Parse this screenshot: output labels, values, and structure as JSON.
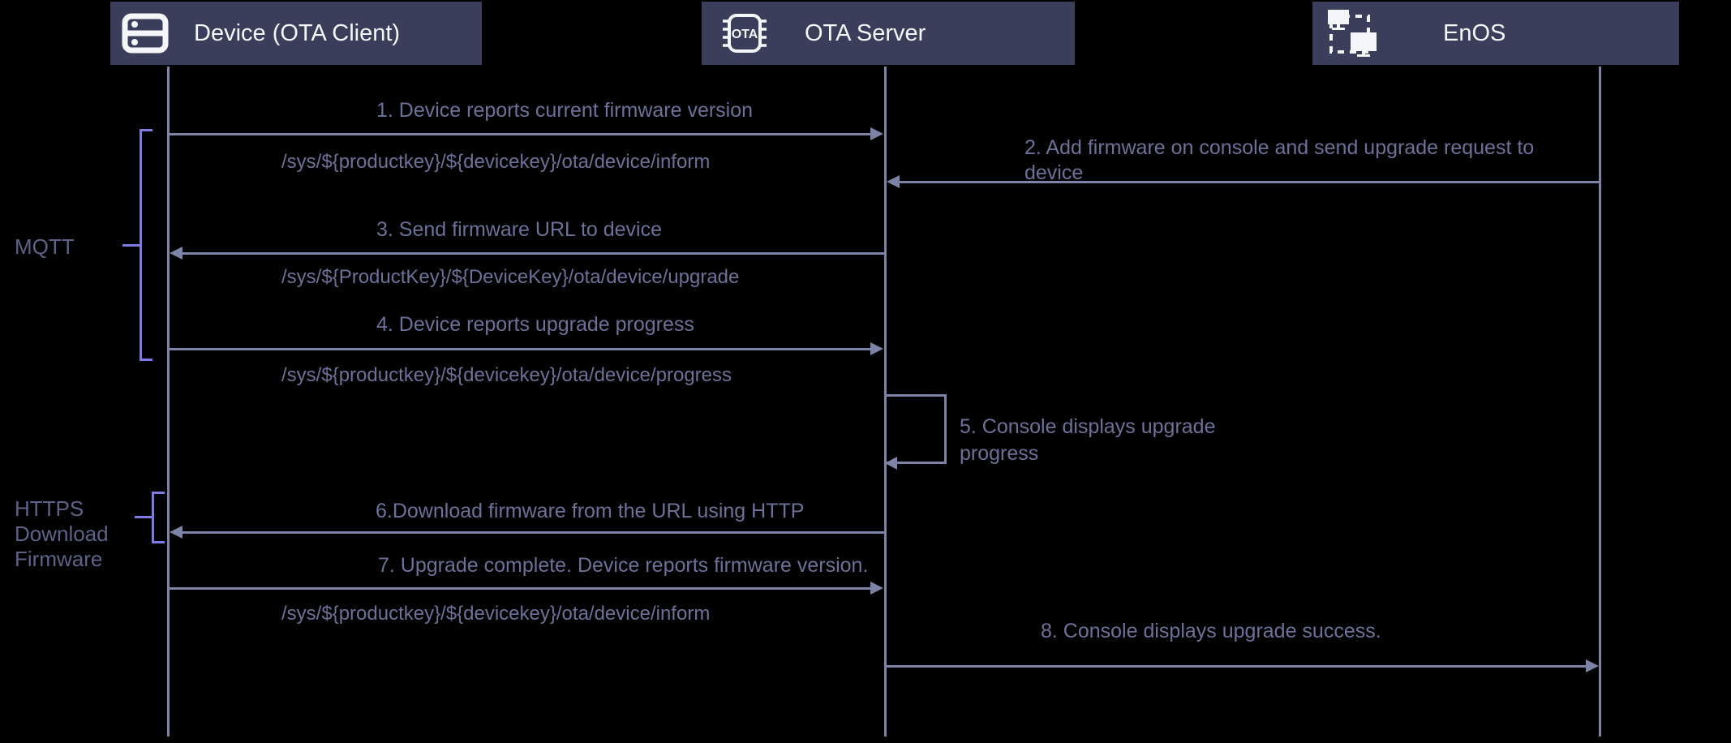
{
  "colors": {
    "background": "#000000",
    "participant_box": "#3a3e5a",
    "participant_text": "#f5f6fa",
    "arrow_line": "#7d83a6",
    "message_text": "#6c7199",
    "side_label_text": "#5d6288",
    "bracket": "#7d7ae4"
  },
  "participants": [
    {
      "label": "Device (OTA Client)",
      "icon": "server-icon"
    },
    {
      "label": "OTA Server",
      "icon": "ota-chip-icon",
      "icon_text": "OTA"
    },
    {
      "label": "EnOS",
      "icon": "screens-icon"
    }
  ],
  "side_labels": [
    {
      "label": "MQTT"
    },
    {
      "label": "HTTPS\nDownload\nFirmware"
    }
  ],
  "messages": [
    {
      "text": "1. Device reports current firmware version",
      "topic": "/sys/${productkey}/${devicekey}/ota/device/inform"
    },
    {
      "text": "2. Add firmware on console and send upgrade request to\ndevice"
    },
    {
      "text": "3. Send firmware URL to device",
      "topic": "/sys/${ProductKey}/${DeviceKey}/ota/device/upgrade"
    },
    {
      "text": "4. Device reports upgrade progress",
      "topic": "/sys/${productkey}/${devicekey}/ota/device/progress"
    },
    {
      "text": "5. Console displays upgrade\nprogress"
    },
    {
      "text": "6.Download firmware from the URL using HTTP"
    },
    {
      "text": "7. Upgrade complete. Device reports firmware version.",
      "topic": "/sys/${productkey}/${devicekey}/ota/device/inform"
    },
    {
      "text": "8. Console displays upgrade success."
    }
  ]
}
